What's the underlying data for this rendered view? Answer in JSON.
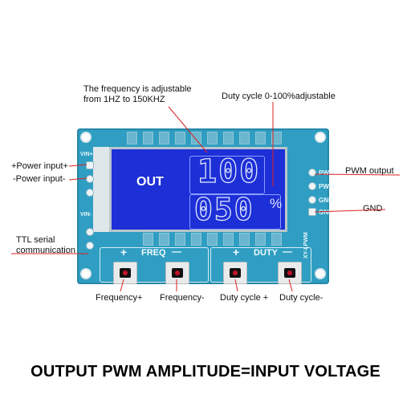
{
  "annotations": {
    "freq_adjustable": "The frequency is adjustable from 1HZ to 150KHZ",
    "duty_adjustable": "Duty cycle 0-100%adjustable",
    "power_input_pos": "+Power input+",
    "power_input_neg": "-Power input-",
    "pwm_output": "PWM output",
    "gnd": "GND",
    "ttl_serial": "TTL serial communication",
    "frequency_plus": "Frequency+",
    "frequency_minus": "Frequency-",
    "duty_plus": "Duty cycle +",
    "duty_minus": "Duty cycle-"
  },
  "board": {
    "vin_plus": "VIN+",
    "vin_minus": "VIN-",
    "pins_right": [
      "PWM",
      "PWM",
      "GND",
      "GND"
    ],
    "freq_label": "FREQ",
    "duty_label": "DUTY",
    "plus": "+",
    "minus": "—",
    "model": "XY-LPWM"
  },
  "lcd": {
    "out_label": "OUT",
    "freq_value": "100",
    "duty_value": "050",
    "percent": "%"
  },
  "footer": {
    "title": "OUTPUT PWM AMPLITUDE=INPUT VOLTAGE"
  },
  "colors": {
    "board": "#2f9ec2",
    "lcd": "#1d2fd6",
    "arrow": "#dd2222"
  }
}
